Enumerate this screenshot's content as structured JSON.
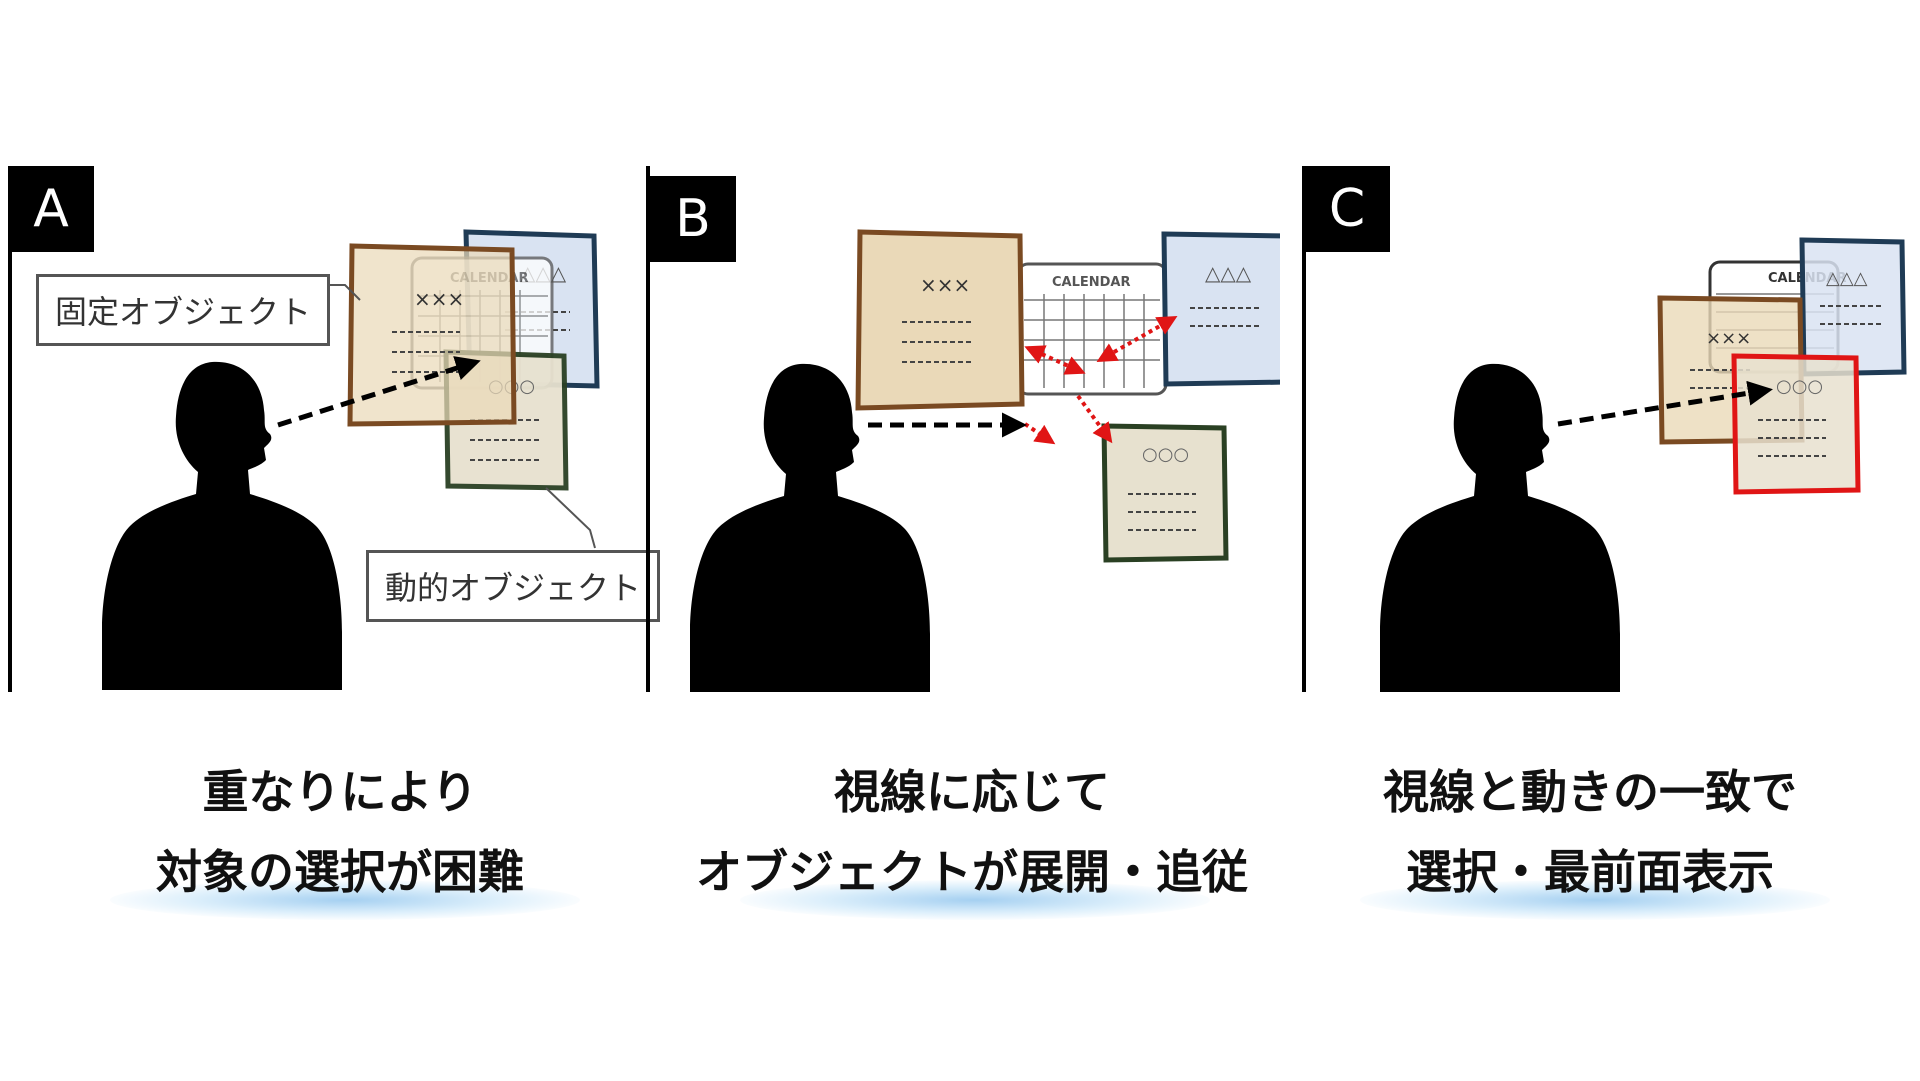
{
  "panels": [
    {
      "letter": "A",
      "callouts": {
        "fixed": "固定オブジェクト",
        "dynamic": "動的オブジェクト"
      },
      "caption": [
        "重なりにより",
        "対象の選択が困難"
      ]
    },
    {
      "letter": "B",
      "caption": [
        "視線に応じて",
        "オブジェクトが展開・追従"
      ]
    },
    {
      "letter": "C",
      "caption": [
        "視線と動きの一致で",
        "選択・最前面表示"
      ]
    }
  ],
  "notes": {
    "brown": "×××",
    "blue": "△△△",
    "green": "○○○",
    "calendar_title": "CALENDAR"
  },
  "colors": {
    "brown_border": "#7a4a22",
    "brown_fill": "#ead9b8",
    "blue_border": "#1f3b55",
    "blue_fill": "#d9e3f2",
    "green_border": "#2a4023",
    "green_fill": "#e7e1cf",
    "highlight": "#e01515",
    "gaze_red": "#e01515"
  }
}
